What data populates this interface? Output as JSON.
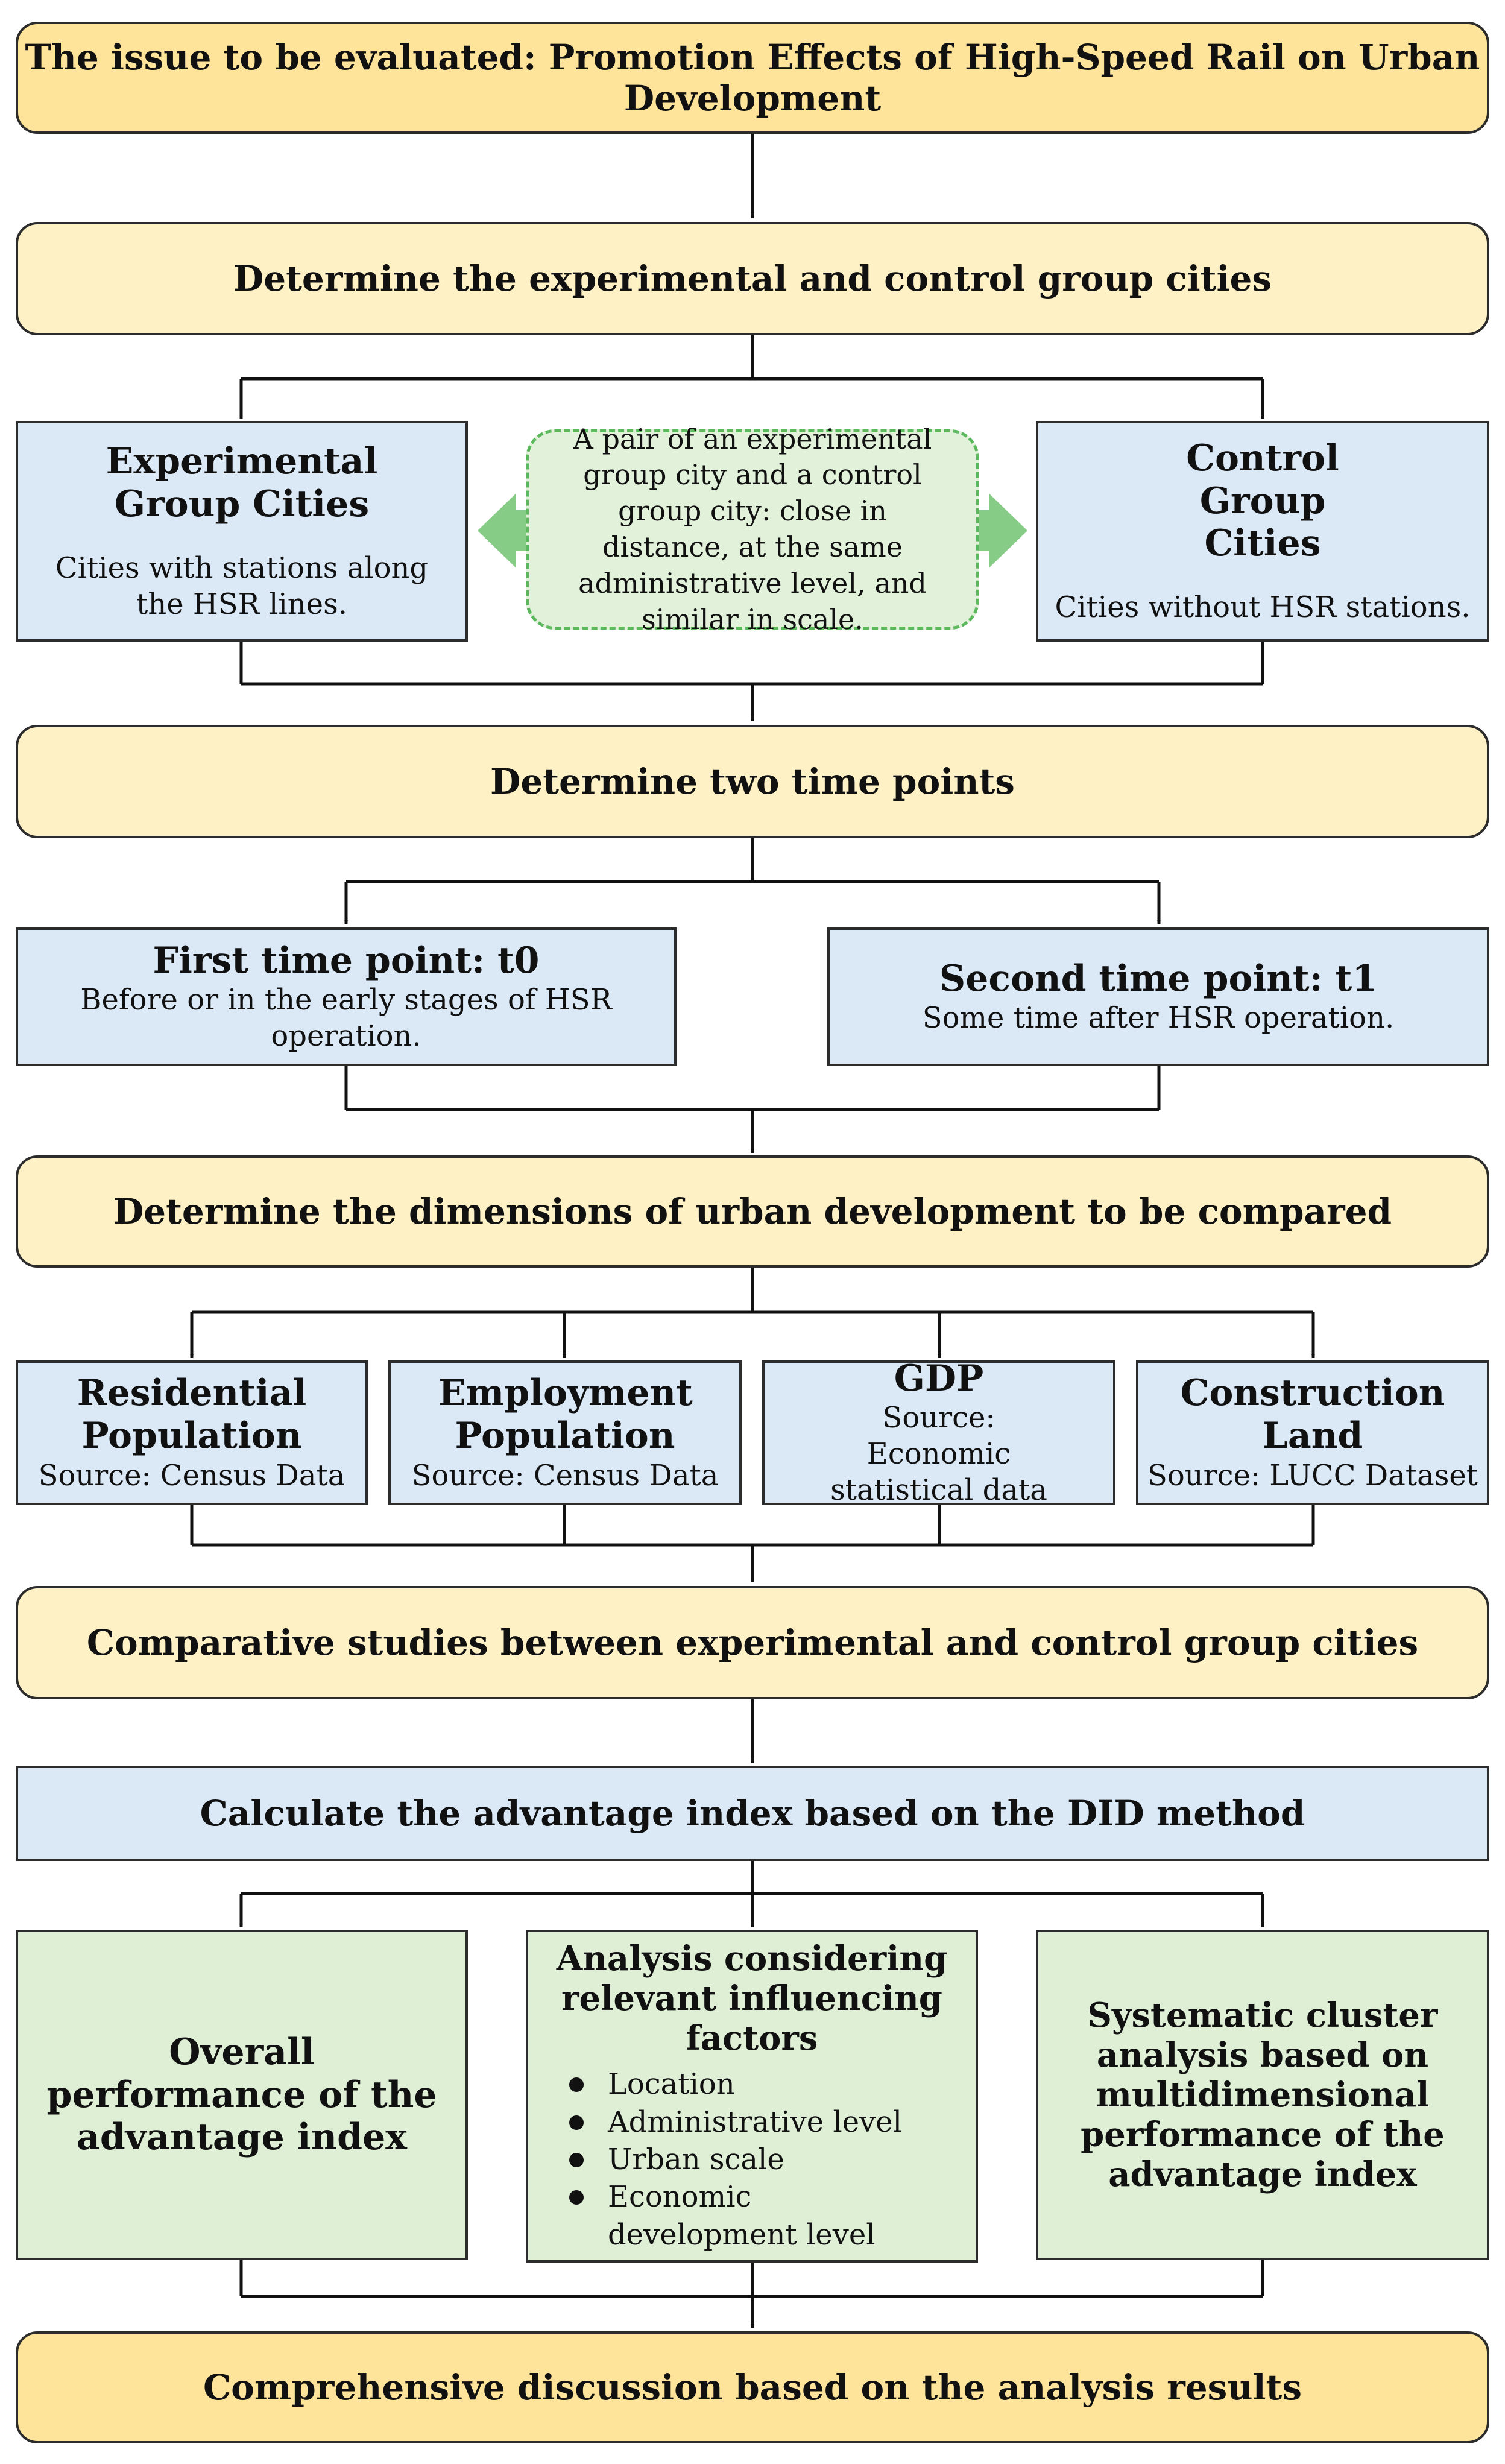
{
  "issue": "The issue to be evaluated: Promotion Effects of High-Speed Rail on Urban Development",
  "step_groups": "Determine the experimental and control group cities",
  "experimental": {
    "title": "Experimental Group Cities",
    "desc": "Cities with stations along the HSR lines."
  },
  "pair_note": "A pair of an experimental group city and a control group city: close in distance, at the same administrative level, and similar in scale.",
  "control": {
    "title": "Control Group Cities",
    "desc": "Cities without HSR stations."
  },
  "step_time": "Determine two time points",
  "t0": {
    "title": "First time point: t0",
    "desc": "Before or in the early stages of HSR operation."
  },
  "t1": {
    "title": "Second time point: t1",
    "desc": "Some time after HSR operation."
  },
  "step_dims": "Determine the dimensions of urban development to be compared",
  "dims": [
    {
      "title": "Residential Population",
      "source": "Source: Census Data"
    },
    {
      "title": "Employment Population",
      "source": "Source: Census Data"
    },
    {
      "title": "GDP",
      "source": "Source: Economic statistical data"
    },
    {
      "title": "Construction Land",
      "source": "Source: LUCC Dataset"
    }
  ],
  "step_compare": "Comparative studies between experimental and control group cities",
  "step_did": "Calculate the advantage index based on the DID method",
  "analysis": {
    "overall": "Overall performance of the advantage index",
    "factors_title": "Analysis considering relevant influencing factors",
    "factors": [
      "Location",
      "Administrative level",
      "Urban scale",
      "Economic development level"
    ],
    "cluster": "Systematic cluster analysis based on multidimensional performance of the advantage index"
  },
  "final": "Comprehensive discussion based on the analysis results",
  "colors": {
    "stage_dark": "#fde49a",
    "stage_light": "#fef1c6",
    "blue_box": "#dbe9f7",
    "green_box": "#deefd6",
    "green_arrow": "#86cc86",
    "note_border": "#5cb85c"
  }
}
